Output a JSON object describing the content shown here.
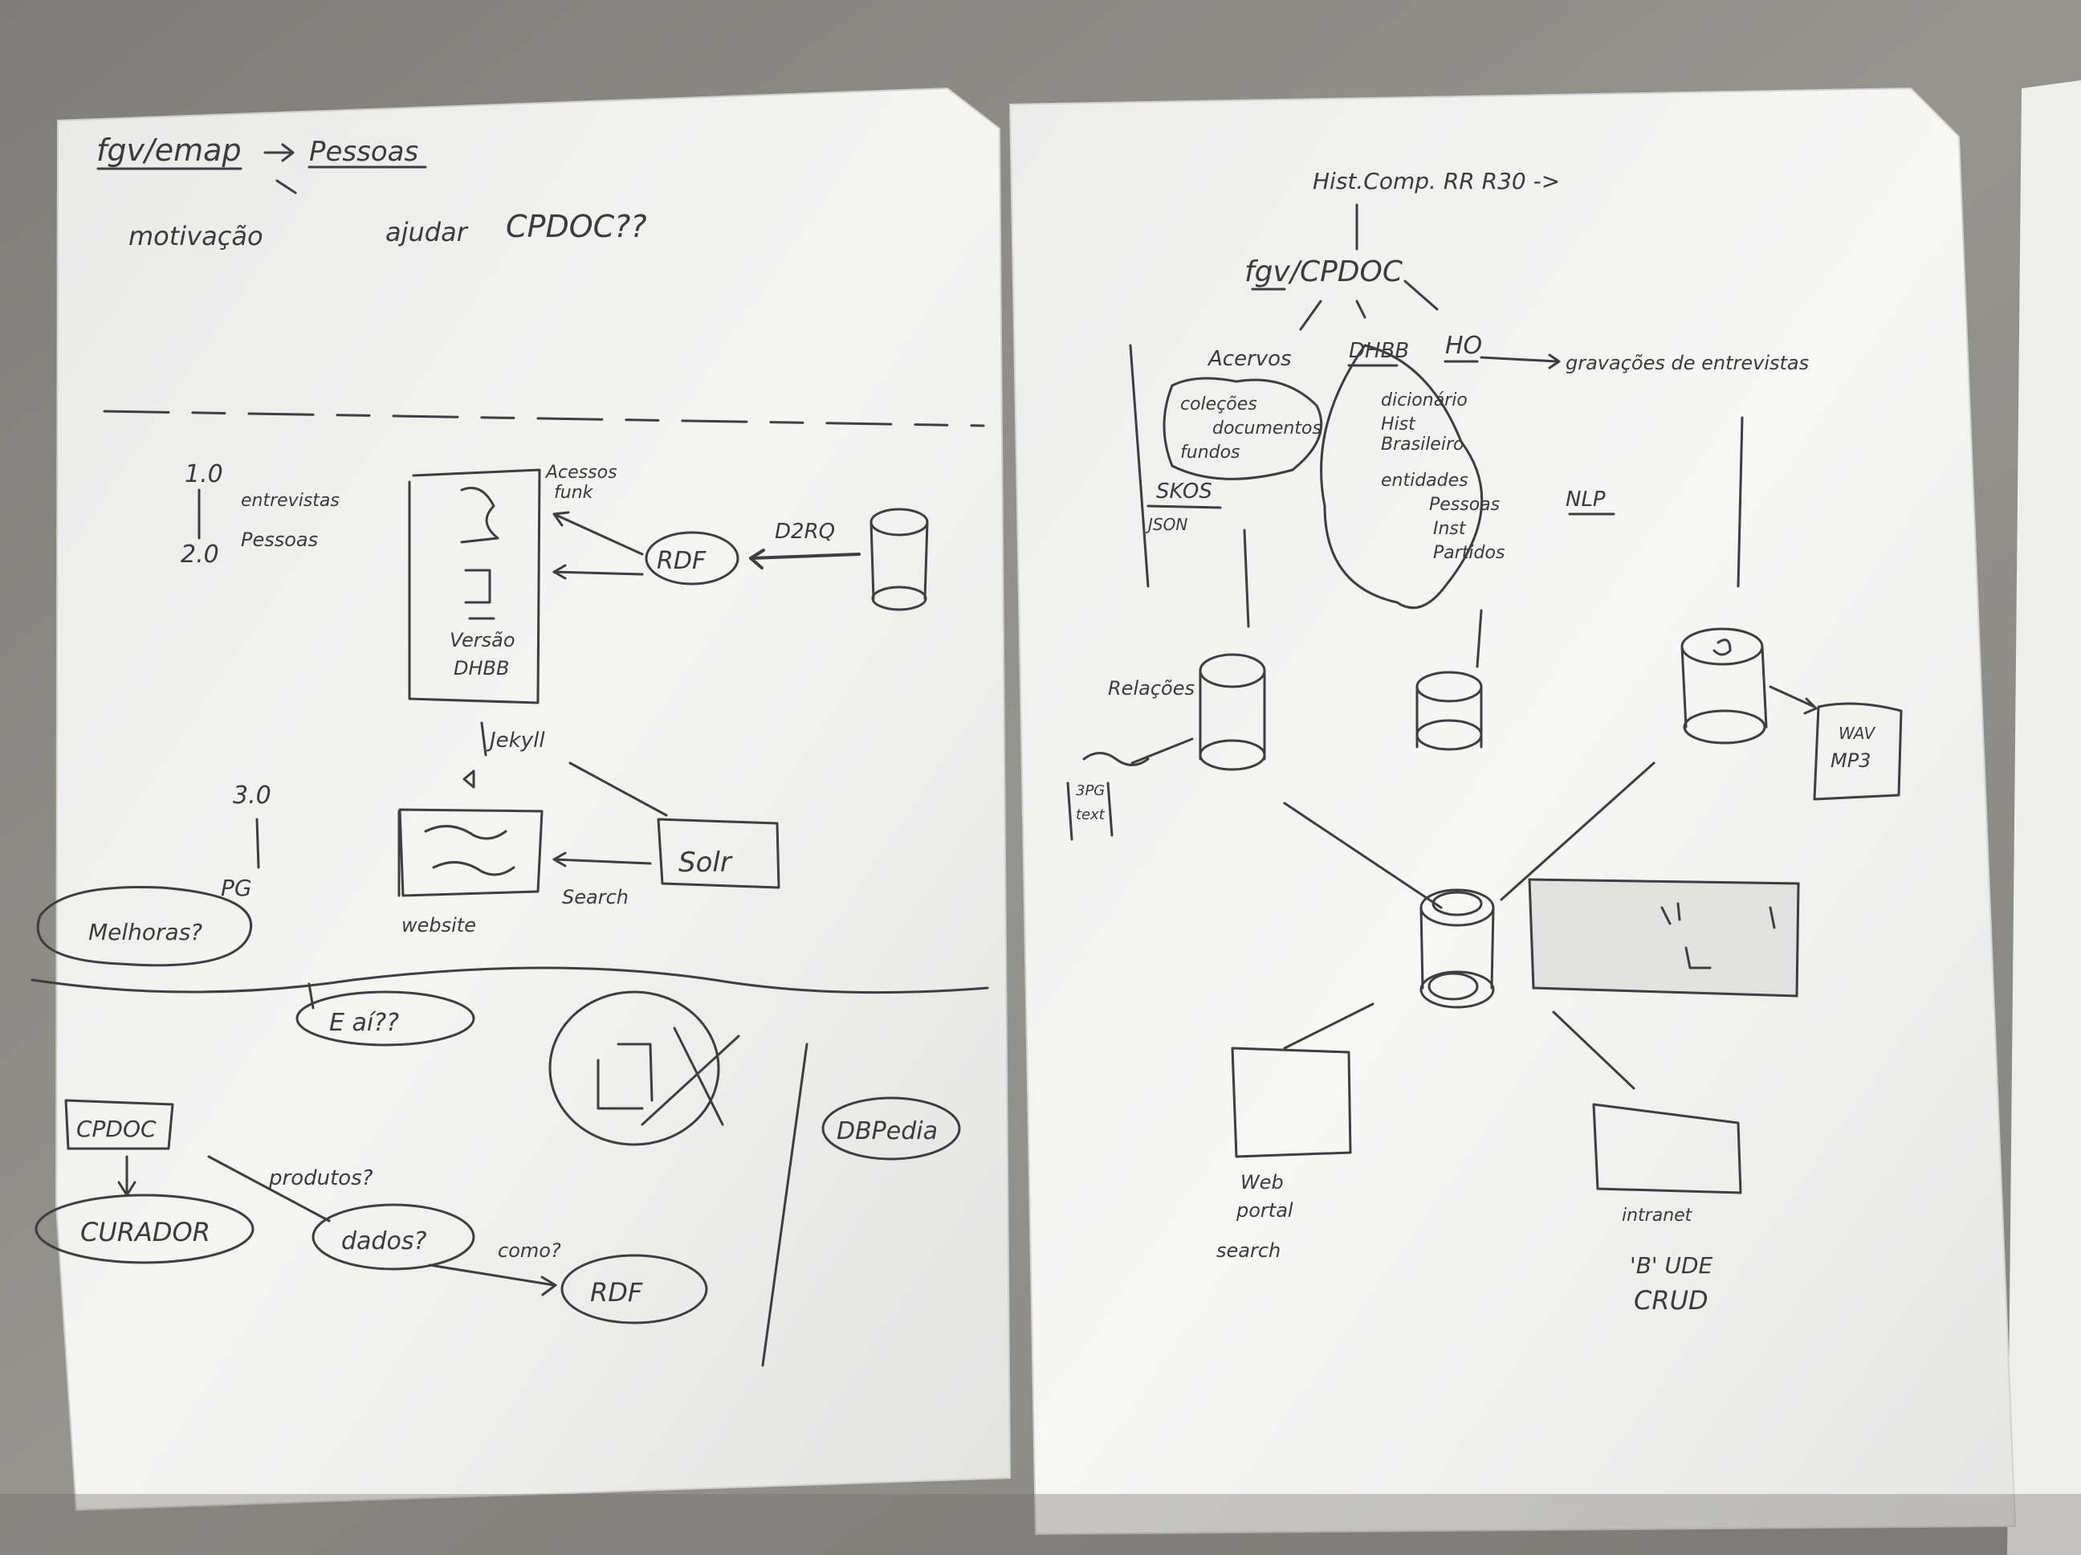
{
  "photo": {
    "subject": "two-hand-drawn-architecture-sketches",
    "table_color": "#8f8d88",
    "paper_color": "#f3f3f1",
    "ink_color": "#3d3d42"
  },
  "left_sheet": {
    "header_line1_a": "fgv/emap",
    "header_line1_b": "Pessoas",
    "header_line2_a": "motivação",
    "header_line2_b": "ajudar",
    "header_line2_c": "CPDOC??",
    "version_top": "1.0",
    "version_top_note": "entrevistas",
    "version_bottom": "2.0",
    "version_bottom_note": "Pessoas",
    "box_top_label": "Acessos",
    "box_top_label2": "funk",
    "db_label_1": "Versão",
    "db_label_2": "DHBB",
    "rdf_label": "RDF",
    "d2rq_label": "D2RQ",
    "jekyll_label": "Jekyll",
    "version_mid": "3.0",
    "solr_label": "Solr",
    "search_label": "Search",
    "website_label": "website",
    "melhoras_label": "Melhoras?",
    "pg_label": "PG",
    "e_ai_label": "E aí??",
    "cpdoc_label": "CPDOC",
    "curador_label": "CURADOR",
    "produtos_label": "produtos?",
    "dados_label": "dados?",
    "como_label": "como?",
    "rdf2_label": "RDF",
    "dbpedia_label": "DBPedia"
  },
  "right_sheet": {
    "top_note": "Hist.Comp. RR R30 ->",
    "root_label": "fgv/CPDOC",
    "acervos_label": "Acervos",
    "acervos_items": [
      "coleções",
      "documentos",
      "fundos"
    ],
    "dhbb_label": "DHBB",
    "dhbb_items": [
      "dicionário",
      "Hist",
      "Brasileiro"
    ],
    "dhbb_sub_items": [
      "entidades",
      "Pessoas",
      "Inst",
      "Partidos"
    ],
    "ho_label": "HO",
    "ho_note": "gravações de entrevistas",
    "skos_label": "SKOS",
    "skos_sub": "JSON",
    "nlp_label": "NLP",
    "relacoes_label": "Relações",
    "left_small_label_1": "3PG",
    "left_small_label_2": "text",
    "wav_label": "WAV",
    "mp3_label": "MP3",
    "web_label_1": "Web",
    "web_label_2": "portal",
    "web_label_3": "search",
    "intranet_label": "intranet",
    "crud_label_1": "'B' UDE",
    "crud_label_2": "CRUD"
  }
}
